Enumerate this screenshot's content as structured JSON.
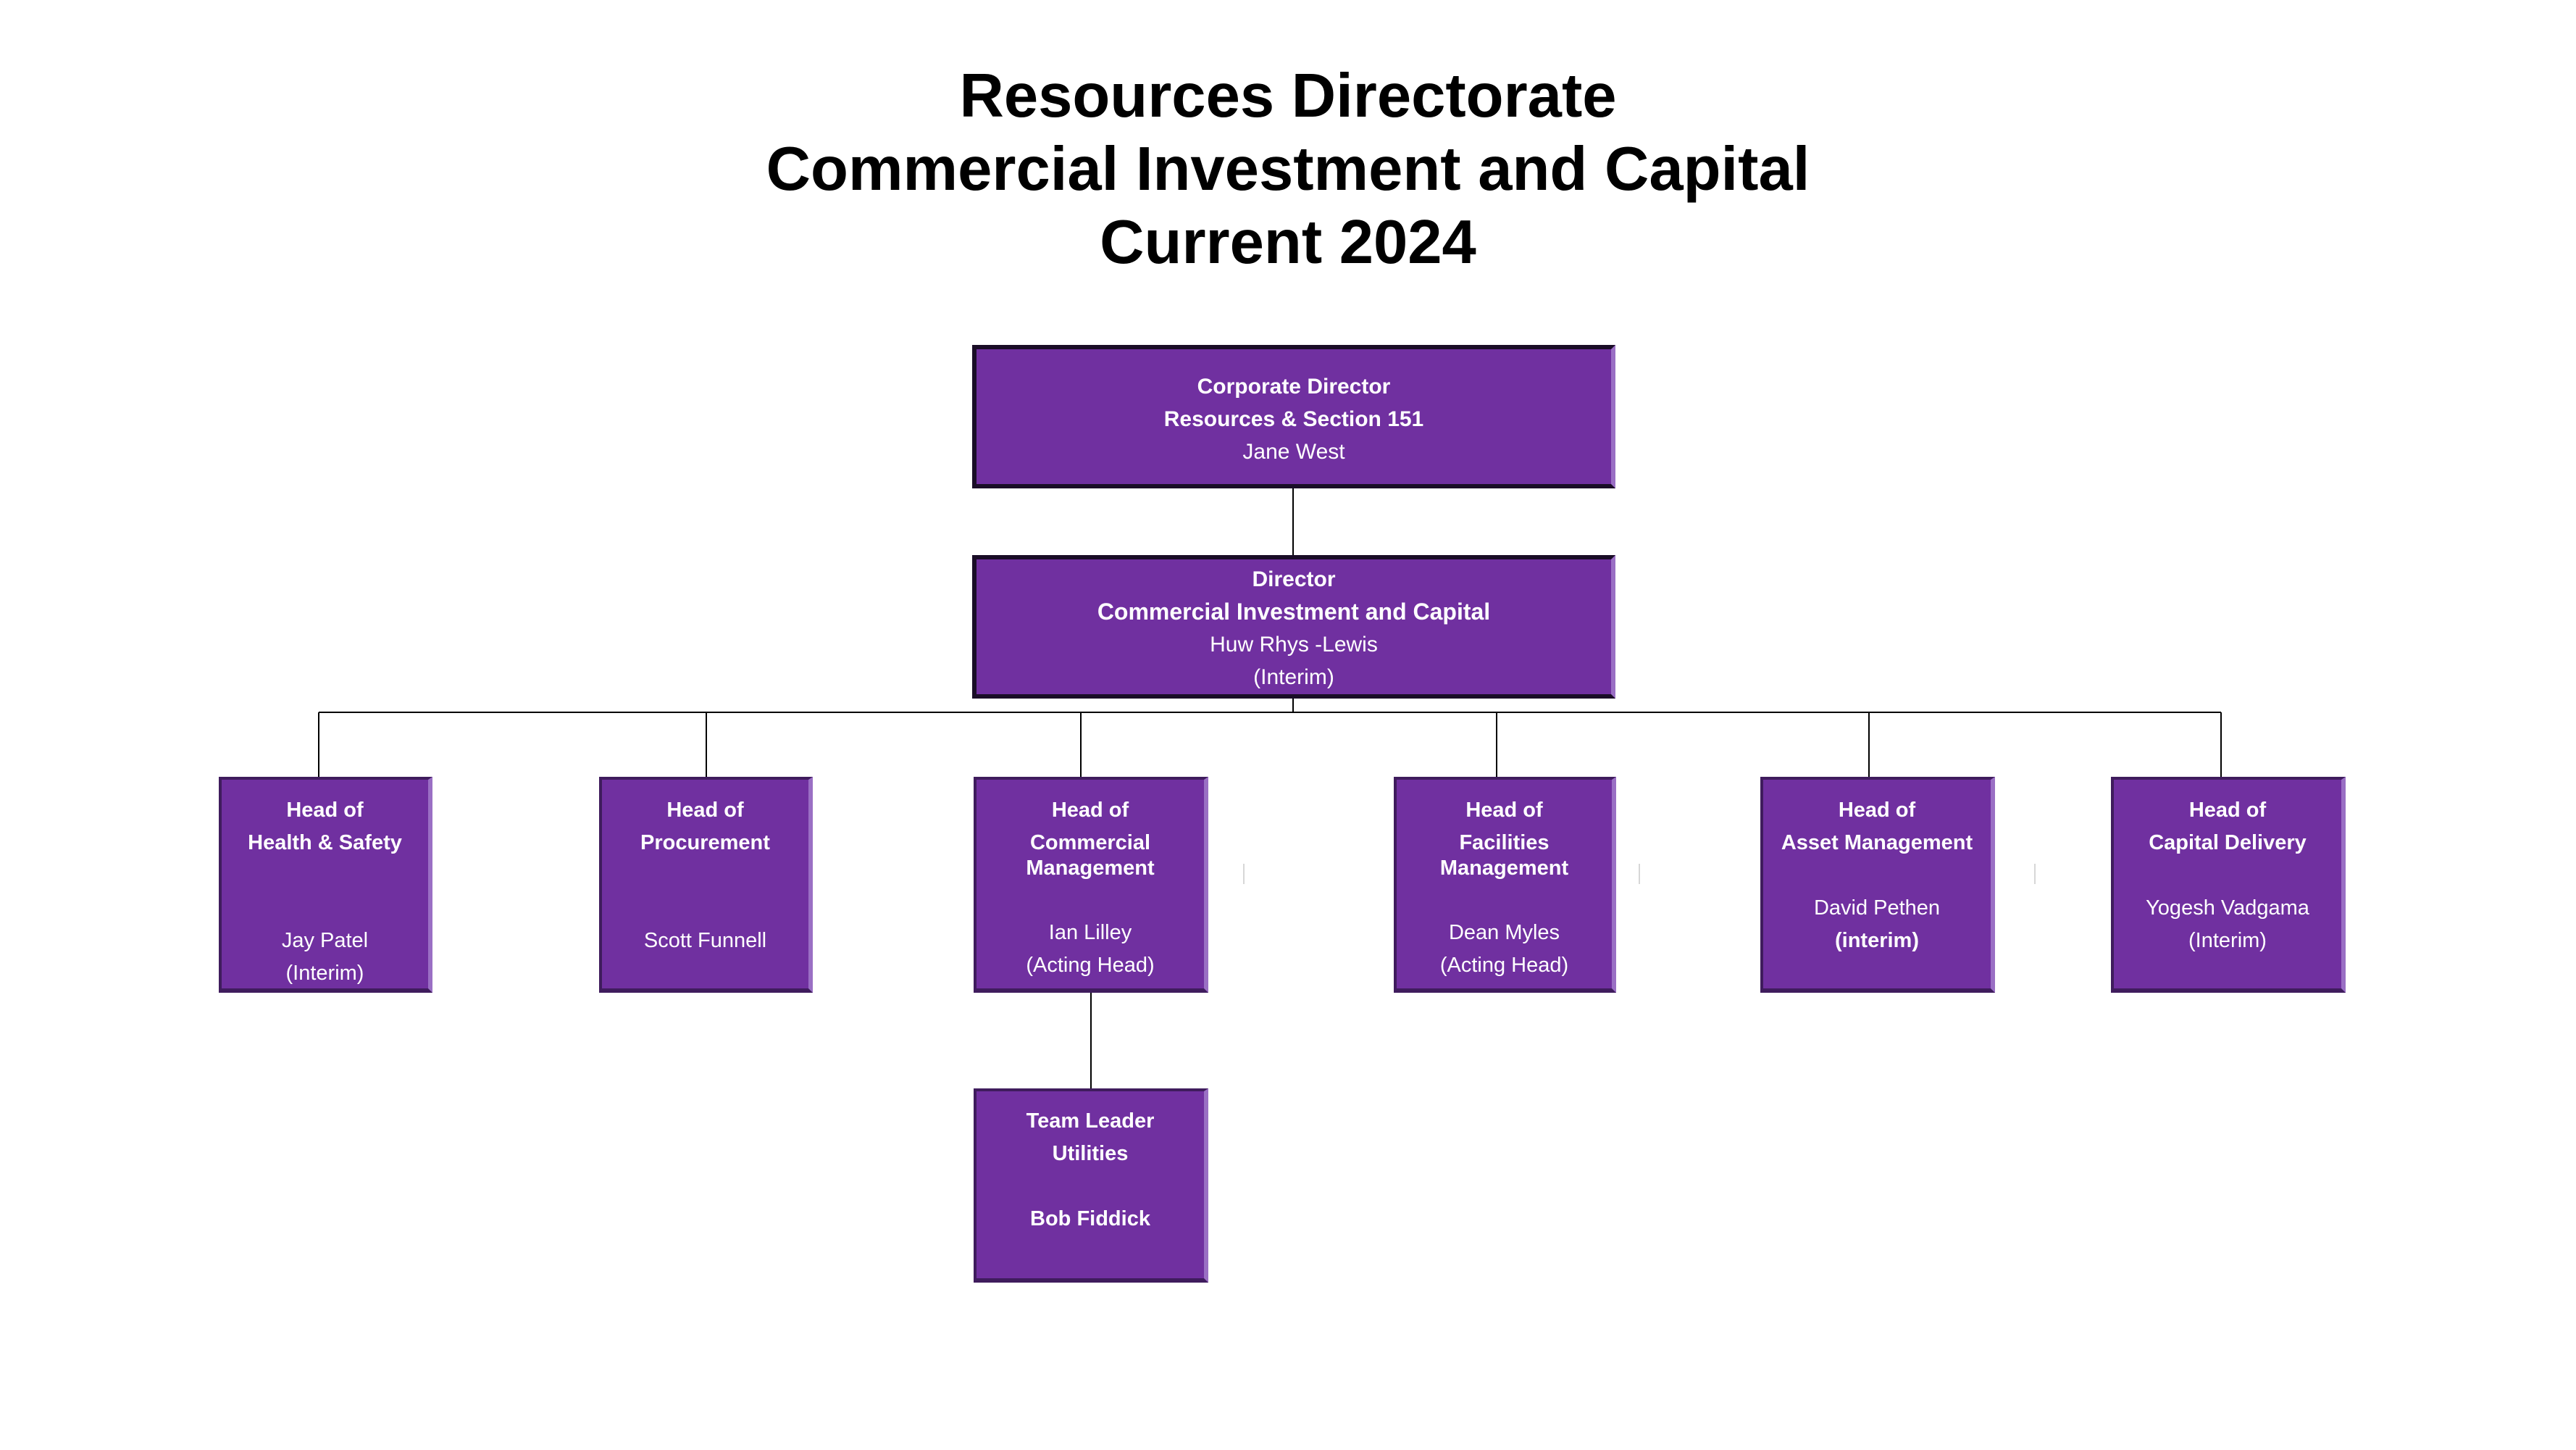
{
  "title_lines": [
    "Resources Directorate",
    "Commercial Investment and Capital",
    "Current 2024"
  ],
  "colors": {
    "box_fill": "#7030a0",
    "box_text": "#ffffff",
    "connector": "#000000"
  },
  "nodes": {
    "corporate_director": {
      "lines": [
        "Corporate Director",
        "Resources & Section 151",
        "Jane West"
      ]
    },
    "director": {
      "lines": [
        "Director",
        "Commercial Investment and Capital",
        "Huw Rhys -Lewis",
        "(Interim)"
      ]
    },
    "head_health_safety": {
      "lines": [
        "Head of",
        "Health & Safety",
        "Jay Patel",
        "(Interim)"
      ]
    },
    "head_procurement": {
      "lines": [
        "Head of",
        "Procurement",
        "Scott Funnell"
      ]
    },
    "head_commercial": {
      "lines": [
        "Head of",
        "Commercial",
        "Management",
        "Ian Lilley",
        "(Acting Head)"
      ]
    },
    "head_facilities": {
      "lines": [
        "Head of",
        "Facilities",
        "Management",
        "Dean Myles",
        "(Acting Head)"
      ]
    },
    "head_asset": {
      "lines": [
        "Head of",
        "Asset Management",
        "David Pethen",
        "(interim)"
      ]
    },
    "head_capital": {
      "lines": [
        "Head of",
        "Capital Delivery",
        "Yogesh Vadgama",
        "(Interim)"
      ]
    },
    "team_leader_utilities": {
      "lines": [
        "Team Leader",
        "Utilities",
        "Bob Fiddick"
      ]
    }
  }
}
